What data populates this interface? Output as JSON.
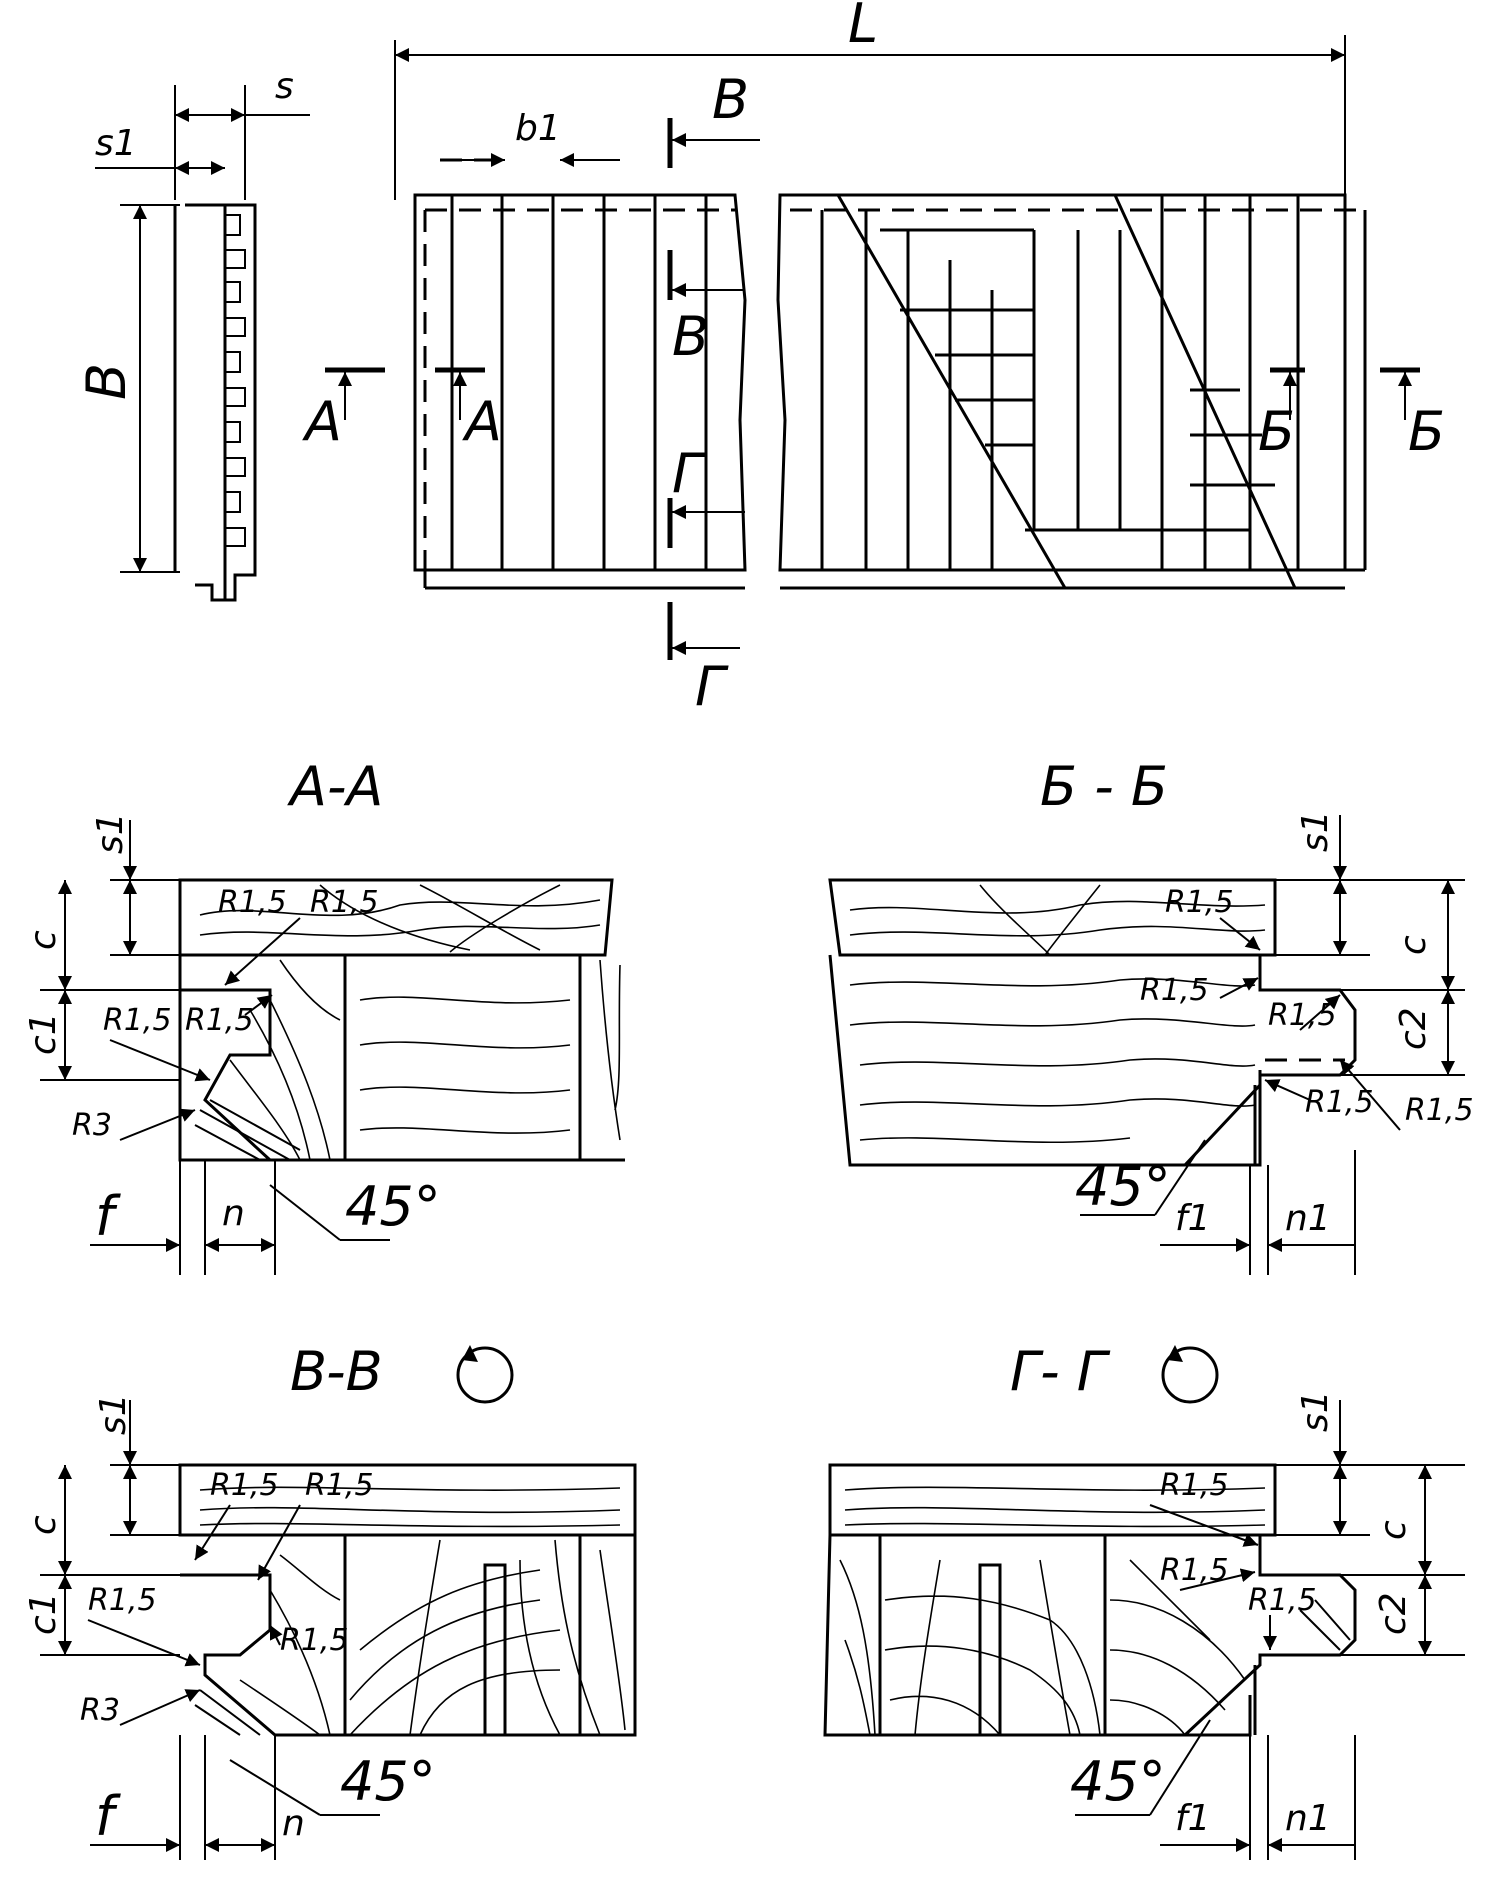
{
  "drawing": {
    "dims": {
      "L": "L",
      "B": "B",
      "s": "s",
      "s1": "s1",
      "b1": "b1"
    },
    "section_marks": {
      "A": "A",
      "B_cyr": "Б",
      "V": "B",
      "G": "Г"
    },
    "section_titles": {
      "aa": "A-A",
      "bb": "Б - Б",
      "vv": "B-B",
      "gg": "Г- Г"
    },
    "aa": {
      "s1": "s1",
      "c": "c",
      "c1": "c1",
      "r_top1": "R1,5",
      "r_top2": "R1,5",
      "r_mid1": "R1,5",
      "r_mid2": "R1,5",
      "r3": "R3",
      "f": "f",
      "n": "n",
      "angle": "45°"
    },
    "bb": {
      "s1": "s1",
      "c": "c",
      "c2": "c2",
      "r_top": "R1,5",
      "r_mid": "R1,5",
      "r_in": "R1,5",
      "r_low": "R1,5",
      "r_out": "R1,5",
      "angle": "45°",
      "f1": "f1",
      "n1": "n1"
    },
    "vv": {
      "s1": "s1",
      "c": "c",
      "c1": "c1",
      "r_top1": "R1,5",
      "r_top2": "R1,5",
      "r_mid": "R1,5",
      "r_low": "R1,5",
      "r3": "R3",
      "angle": "45°",
      "f": "f",
      "n": "n"
    },
    "gg": {
      "s1": "s1",
      "c": "c",
      "c2": "c2",
      "r_top": "R1,5",
      "r_mid": "R1,5",
      "r_low": "R1,5",
      "angle": "45°",
      "f1": "f1",
      "n1": "n1"
    }
  }
}
